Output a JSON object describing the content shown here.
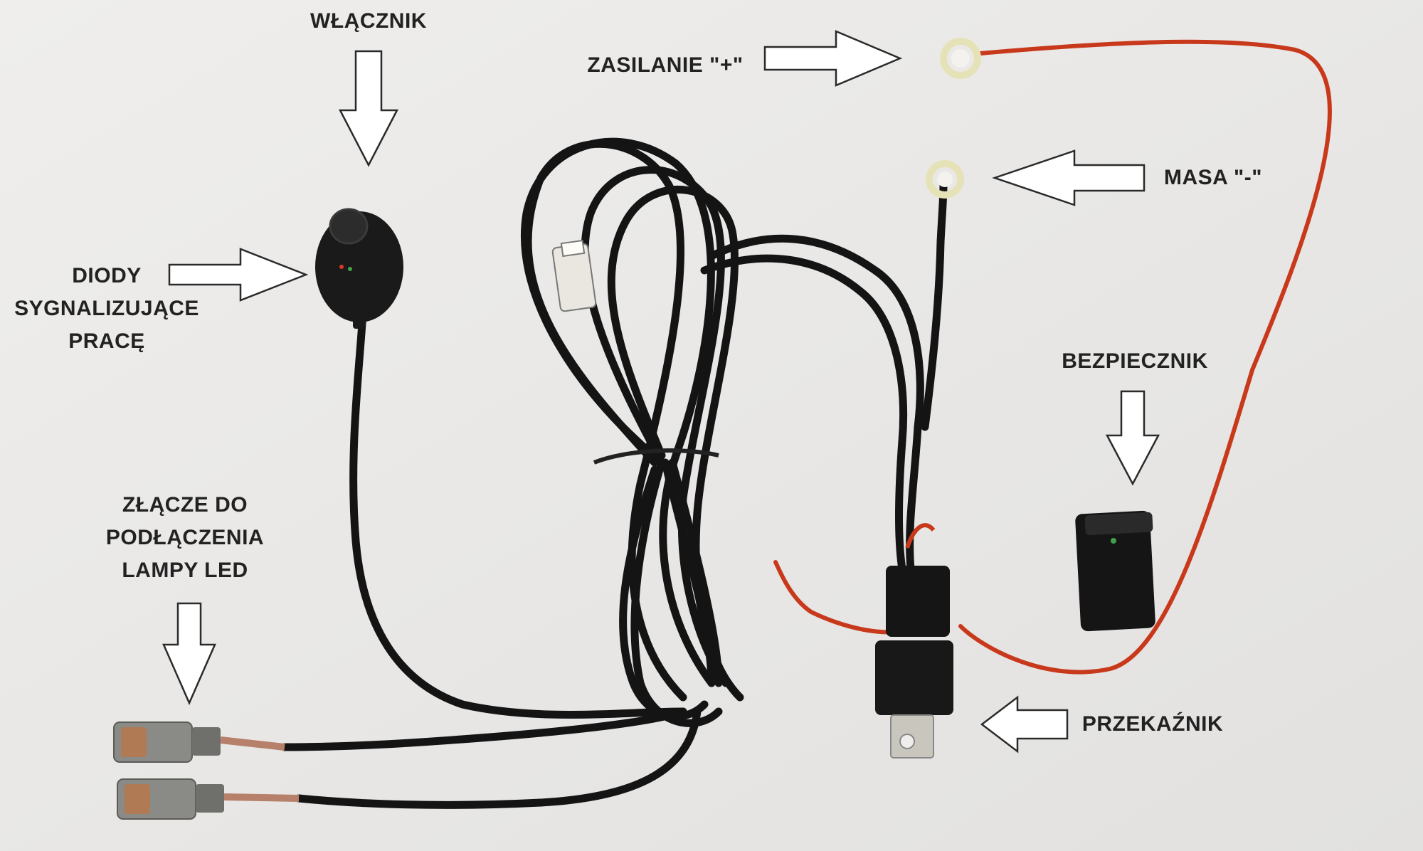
{
  "labels": {
    "switch": "WŁĄCZNIK",
    "power": "ZASILANIE \"+\"",
    "ground": "MASA \"-\"",
    "diodes": [
      "DIODY",
      "SYGNALIZUJĄCE",
      "PRACĘ"
    ],
    "fuse": "BEZPIECZNIK",
    "connector": [
      "ZŁĄCZE DO",
      "PODŁĄCZENIA",
      "LAMPY LED"
    ],
    "relay": "PRZEKAŹNIK"
  },
  "colors": {
    "background": "#ecebea",
    "cable": "#141414",
    "red_wire": "#c8391c",
    "connector_grey": "#8a8a86",
    "lug": "#e6e2b8"
  },
  "icons": [
    "arrow-icon",
    "ring-terminal-icon",
    "switch-icon",
    "relay-icon",
    "fuse-holder-icon",
    "led-connector-icon"
  ]
}
